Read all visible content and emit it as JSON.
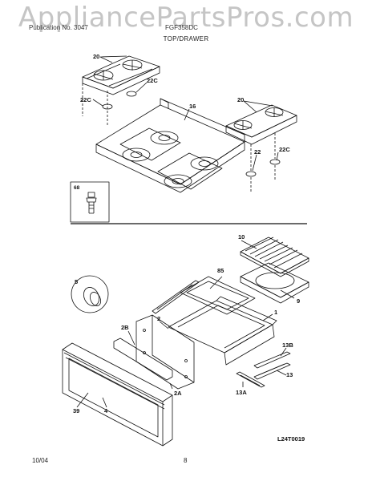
{
  "watermark": "AppliancePartsPros.com",
  "header": {
    "left": "Publication No. 3047",
    "right": "FGF358DC",
    "section_title": "TOP/DRAWER"
  },
  "callouts": {
    "top": {
      "grate_left": "20",
      "pad_left_upper": "22C",
      "pad_left_lower": "22C",
      "cooktop": "16",
      "grate_right": "20",
      "pad_right_22": "22",
      "pad_right_22c": "22C",
      "inset_part": "68"
    },
    "drawer": {
      "broiler_pan_insert": "10",
      "broiler_pan_frame": "85",
      "broiler_pan": "9",
      "knob": "5",
      "drawer_body": "1",
      "drawer_back": "2",
      "drawer_side_panel": "2B",
      "drawer_front_side": "2A",
      "rail_right_upper": "13B",
      "rail_right": "13",
      "rail_right_lower": "13A",
      "drawer_front": "39",
      "drawer_handle": "4"
    },
    "figure_code": "L24T0019"
  },
  "footer": {
    "date": "10/04",
    "page": "8"
  }
}
